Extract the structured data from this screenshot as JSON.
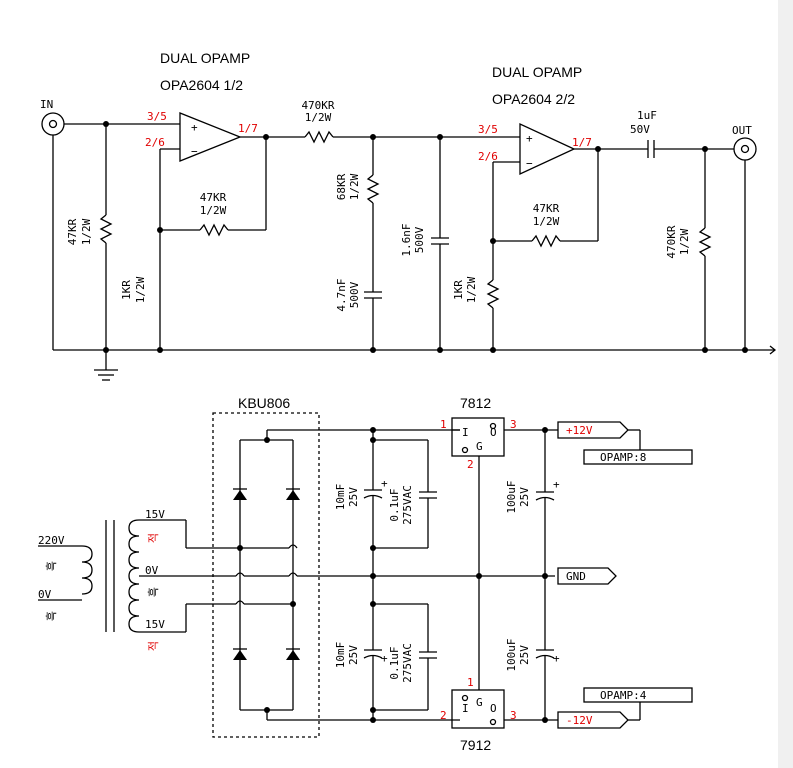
{
  "input": {
    "in_label": "IN",
    "out_label": "OUT"
  },
  "stage1": {
    "title_line1": "DUAL OPAMP",
    "title_line2": "OPA2604 1/2",
    "pin_plus": "3/5",
    "pin_minus": "2/6",
    "pin_out": "1/7",
    "plus_sign": "+",
    "minus_sign": "−",
    "rin_value": "47KR",
    "rin_power": "1/2W",
    "rg_value": "1KR",
    "rg_power": "1/2W",
    "rf_value": "47KR",
    "rf_power": "1/2W"
  },
  "filter": {
    "rs_value": "470KR",
    "rs_power": "1/2W",
    "r68_value": "68KR",
    "r68_power": "1/2W",
    "c47_value": "4.7nF",
    "c47_volt": "500V",
    "c16_value": "1.6nF",
    "c16_volt": "500V"
  },
  "stage2": {
    "title_line1": "DUAL OPAMP",
    "title_line2": "OPA2604 2/2",
    "pin_plus": "3/5",
    "pin_minus": "2/6",
    "pin_out": "1/7",
    "plus_sign": "+",
    "minus_sign": "−",
    "rf_value": "47KR",
    "rf_power": "1/2W",
    "rg_value": "1KR",
    "rg_power": "1/2W",
    "cout_value": "1uF",
    "cout_volt": "50V",
    "rout_value": "470KR",
    "rout_power": "1/2W"
  },
  "psu": {
    "bridge_label": "KBU806",
    "transformer_primary_v": "220V",
    "transformer_primary_0": "0V",
    "primary_tag_1": "흑",
    "primary_tag_2": "흑",
    "sec_top_v": "15V",
    "sec_top_tag": "적",
    "sec_mid_v": "0V",
    "sec_mid_tag": "흑",
    "sec_bot_v": "15V",
    "sec_bot_tag": "적",
    "reg_pos": "7812",
    "reg_neg": "7912",
    "reg_pin_i": "I",
    "reg_pin_g": "G",
    "reg_pin_o": "O",
    "reg_pos_pin1": "1",
    "reg_pos_pin2": "2",
    "reg_pos_pin3": "3",
    "reg_neg_pin1": "1",
    "reg_neg_pin2": "2",
    "reg_neg_pin3": "3",
    "cbig_value": "10mF",
    "cbig_volt": "25V",
    "cfilm_value": "0.1uF",
    "cfilm_volt": "275VAC",
    "cout_value": "100uF",
    "cout_volt": "25V",
    "plus_mark": "+",
    "pos_rail": "+12V",
    "neg_rail": "-12V",
    "gnd_label": "GND",
    "opamp_pin8": "OPAMP:8",
    "opamp_pin4": "OPAMP:4"
  },
  "colors": {
    "wire": "#000000",
    "pin_number": "#e00000",
    "background": "#ffffff"
  }
}
